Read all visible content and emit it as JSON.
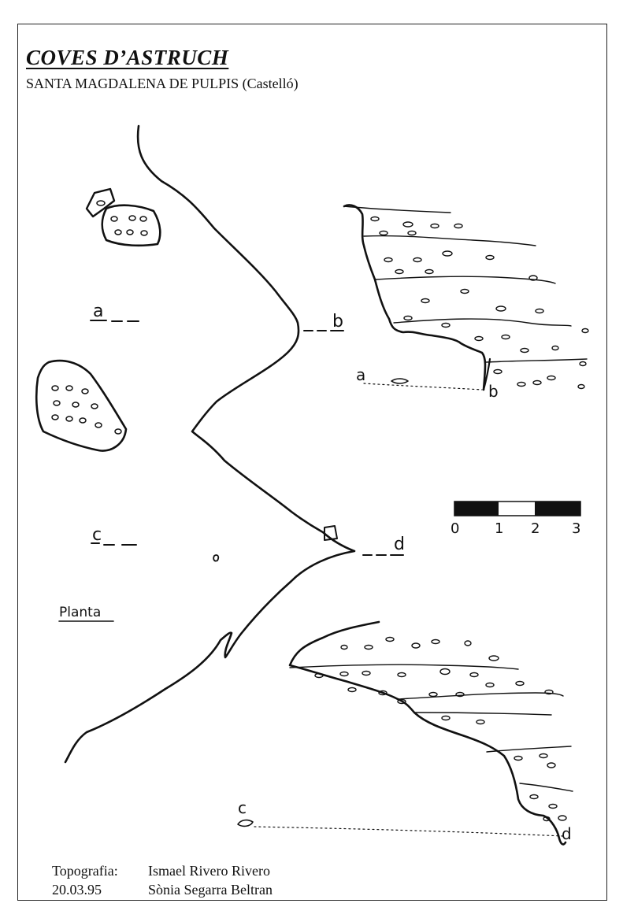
{
  "header": {
    "title": "COVES D’ASTRUCH",
    "subtitle": "SANTA MAGDALENA DE PULPIS (Castelló)"
  },
  "plan": {
    "label": "Planta",
    "section_markers": [
      "a",
      "b",
      "c",
      "d"
    ]
  },
  "profiles": {
    "upper": {
      "start": "a",
      "end": "b"
    },
    "lower": {
      "start": "c",
      "end": "d"
    }
  },
  "scale_bar": {
    "ticks": [
      "0",
      "1",
      "2",
      "3"
    ],
    "colors": {
      "dark": "#111111",
      "light": "#ffffff"
    }
  },
  "credits": {
    "label": "Topografia:",
    "author1": "Ismael Rivero Rivero",
    "date": "20.03.95",
    "author2": "Sònia Segarra Beltran"
  }
}
